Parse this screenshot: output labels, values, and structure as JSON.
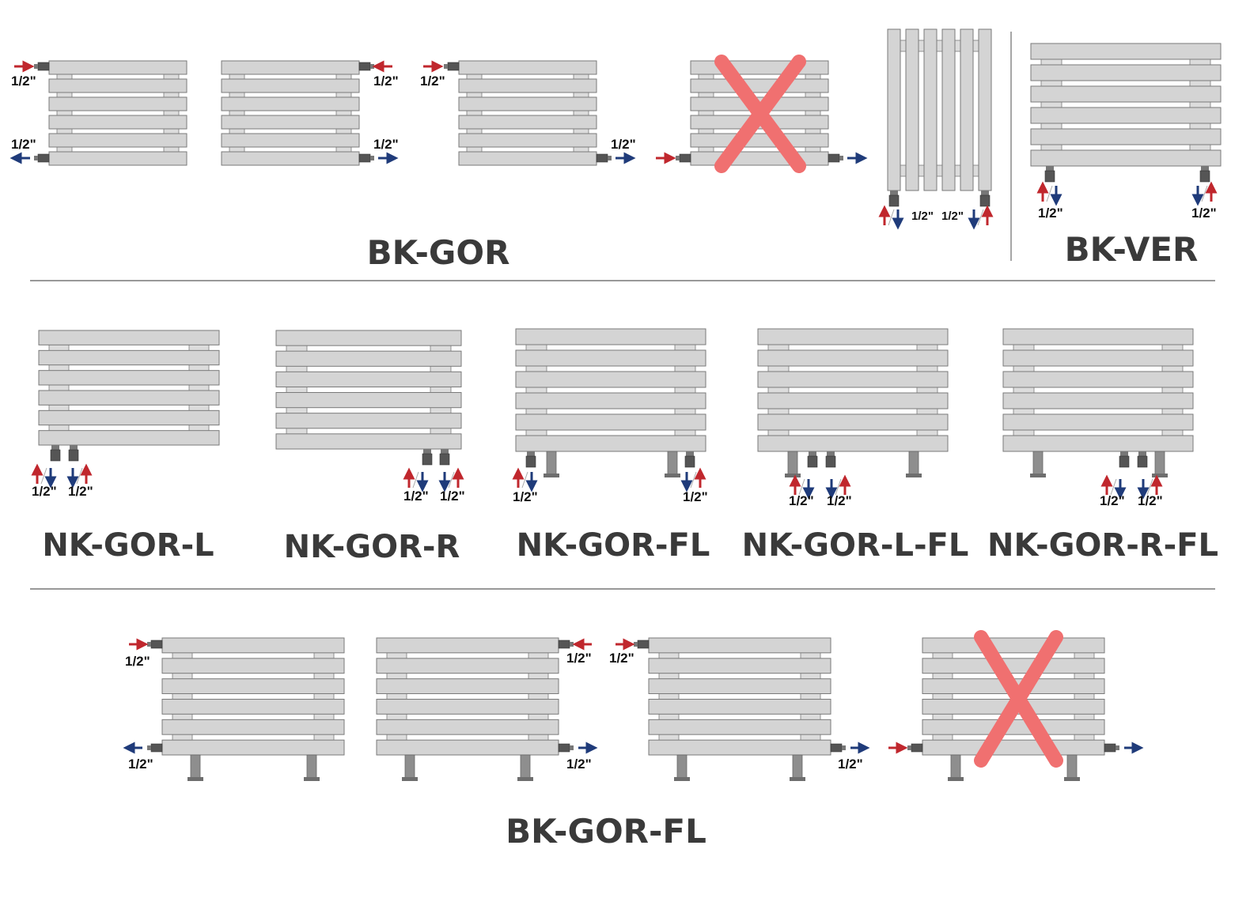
{
  "sections": {
    "bk_gor": {
      "title": "BK-GOR"
    },
    "bk_ver": {
      "title": "BK-VER"
    },
    "nk_gor_l": {
      "title": "NK-GOR-L"
    },
    "nk_gor_r": {
      "title": "NK-GOR-R"
    },
    "nk_gor_fl": {
      "title": "NK-GOR-FL"
    },
    "nk_gor_l_fl": {
      "title": "NK-GOR-L-FL"
    },
    "nk_gor_r_fl": {
      "title": "NK-GOR-R-FL"
    },
    "bk_gor_fl": {
      "title": "BK-GOR-FL"
    }
  },
  "connection_size": "1/2\"",
  "colors": {
    "inflow_arrow": "#c0272d",
    "outflow_arrow": "#1f3b7a",
    "forbidden_cross": "#f07070",
    "radiator_fill": "#d4d4d4",
    "radiator_stroke": "#7a7a7a",
    "divider": "#777777",
    "title_text": "#3a3a3a"
  },
  "icons": [
    "inflow-arrow-icon",
    "outflow-arrow-icon",
    "forbidden-cross-icon",
    "valve-icon"
  ]
}
